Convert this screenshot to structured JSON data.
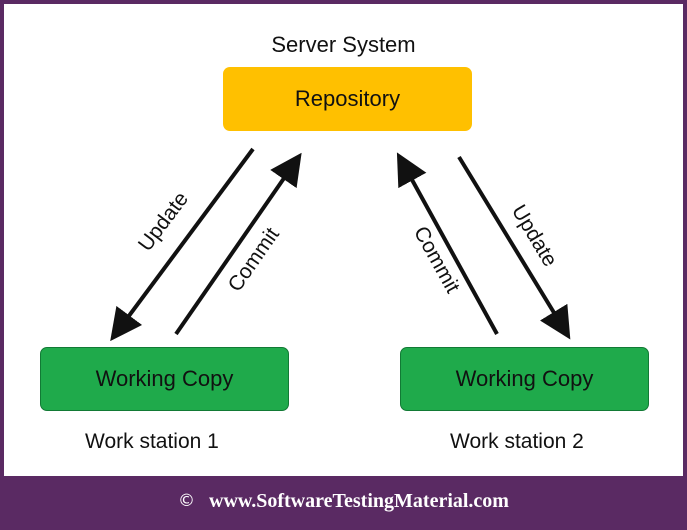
{
  "diagram": {
    "server_title": "Server System",
    "repository": "Repository",
    "working_copy_1": "Working Copy",
    "working_copy_2": "Working Copy",
    "workstation_1": "Work station 1",
    "workstation_2": "Work station 2",
    "left_update": "Update",
    "left_commit": "Commit",
    "right_commit": "Commit",
    "right_update": "Update"
  },
  "footer": {
    "copyright_symbol": "©",
    "site": "www.SoftwareTestingMaterial.com"
  },
  "colors": {
    "repository_fill": "#ffc000",
    "working_copy_fill": "#1faa4b",
    "frame_and_footer": "#5a2a63"
  }
}
